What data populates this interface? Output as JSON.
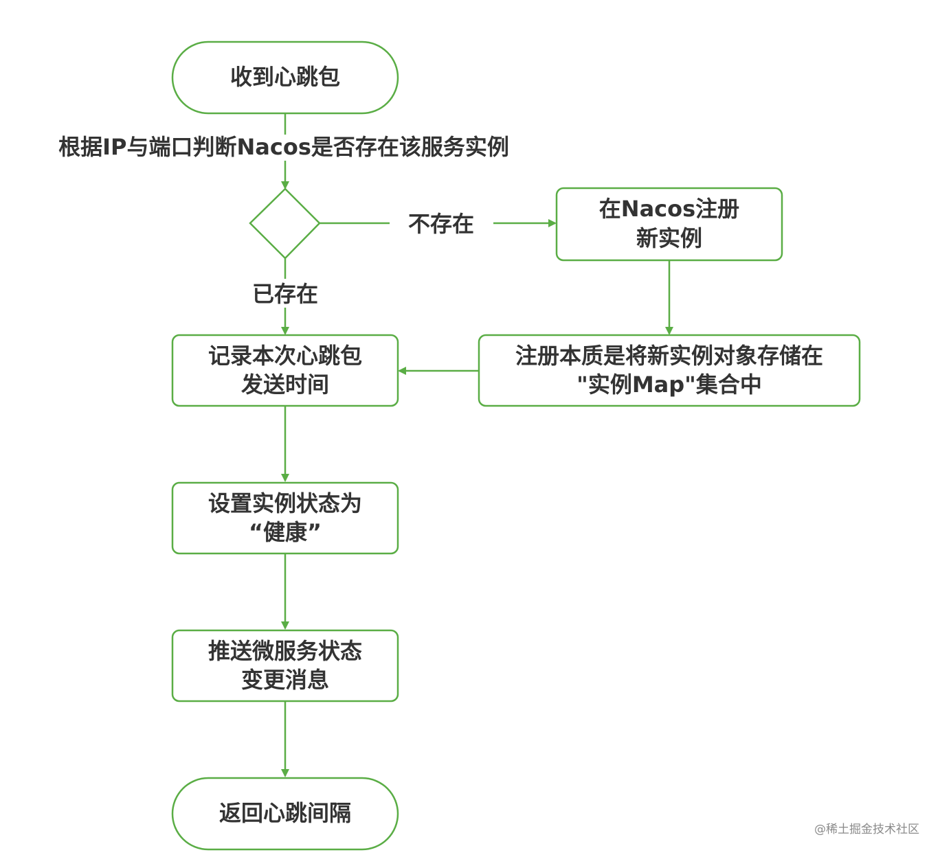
{
  "nodes": {
    "receive_heartbeat": "收到心跳包",
    "register_line1": "在Nacos注册",
    "register_line2": "新实例",
    "record_line1": "记录本次心跳包",
    "record_line2": "发送时间",
    "essence_line1": "注册本质是将新实例对象存储在",
    "essence_line2": "\"实例Map\"集合中",
    "healthy_line1": "设置实例状态为",
    "healthy_line2": "“健康”",
    "push_line1": "推送微服务状态",
    "push_line2": "变更消息",
    "return_interval": "返回心跳间隔"
  },
  "edges": {
    "check_label": "根据IP与端口判断Nacos是否存在该服务实例",
    "not_exist": "不存在",
    "exists": "已存在"
  },
  "watermark": "@稀土掘金技术社区",
  "colors": {
    "stroke": "#5aad45",
    "text": "#333333"
  }
}
